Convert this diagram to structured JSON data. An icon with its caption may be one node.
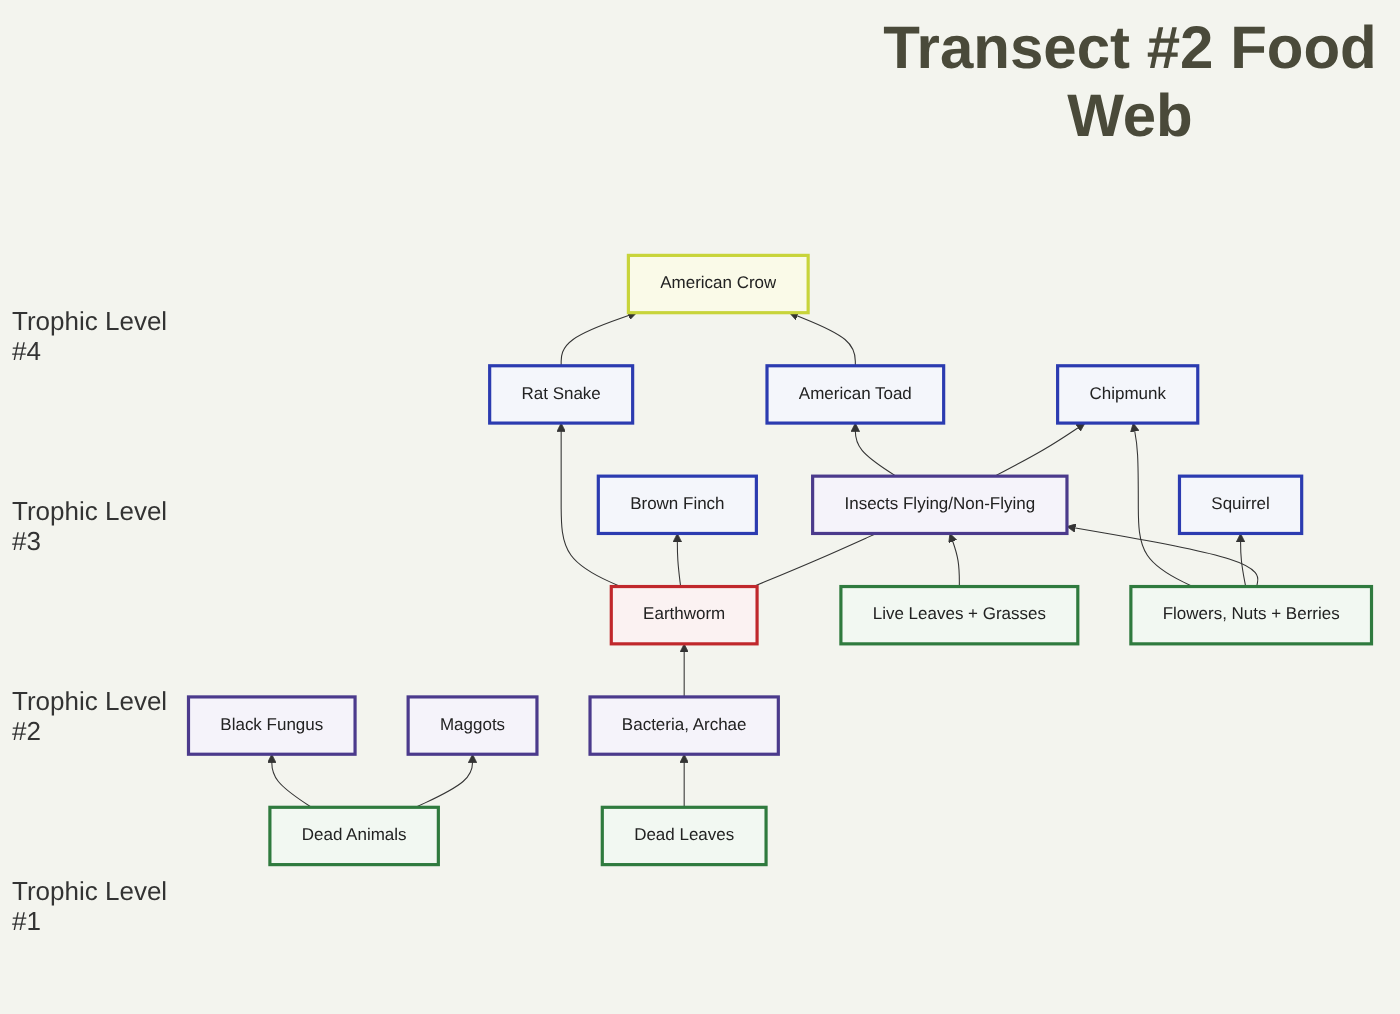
{
  "diagram": {
    "title": "Transect #2 Food Web",
    "nodes": [
      {
        "text": [
          "American Crow"
        ]
      },
      {
        "text": [
          "Rat Snake"
        ]
      },
      {
        "text": [
          "Brown Finch"
        ]
      },
      {
        "text": [
          "American Toad"
        ]
      },
      {
        "text": [
          "Chipmunk"
        ]
      },
      {
        "text": [
          "Squirrel"
        ]
      },
      {
        "text": [
          "Earthworm"
        ]
      },
      {
        "text": [
          "Black Fungus"
        ]
      },
      {
        "text": [
          "Bacteria, Archae"
        ]
      },
      {
        "text": [
          "Insects Flying/Non-Flying"
        ]
      },
      {
        "text": [
          "Maggots"
        ]
      },
      {
        "text": [
          "Dead Animals"
        ]
      },
      {
        "text": [
          "Dead Leaves"
        ]
      },
      {
        "text": [
          "Live Leaves + Grasses"
        ]
      },
      {
        "text": [
          "Flowers, Nuts + Berries"
        ]
      }
    ],
    "edges": [
      {
        "from": 1,
        "to": 0,
        "arrow": "to"
      },
      {
        "from": 3,
        "to": 0,
        "arrow": "to"
      },
      {
        "from": 6,
        "to": 1,
        "arrow": "to"
      },
      {
        "from": 6,
        "to": 2,
        "arrow": "to"
      },
      {
        "from": 9,
        "to": 3,
        "arrow": "to"
      },
      {
        "from": 9,
        "to": 4,
        "arrow": "to"
      },
      {
        "from": 14,
        "to": 4,
        "arrow": "to"
      },
      {
        "from": 14,
        "to": 5,
        "arrow": "to"
      },
      {
        "from": 8,
        "to": 6,
        "arrow": "to"
      },
      {
        "from": 6,
        "to": 9,
        "arrow": "none"
      },
      {
        "from": 11,
        "to": 7,
        "arrow": "to"
      },
      {
        "from": 12,
        "to": 8,
        "arrow": "to"
      },
      {
        "from": 11,
        "to": 10,
        "arrow": "to"
      },
      {
        "from": 13,
        "to": 9,
        "arrow": "to"
      },
      {
        "from": 14,
        "to": 9,
        "arrow": "to"
      }
    ],
    "labels": [
      "Trophic Level #4",
      "Trophic Level #3",
      "Trophic Level #2",
      "Trophic Level #1"
    ]
  }
}
